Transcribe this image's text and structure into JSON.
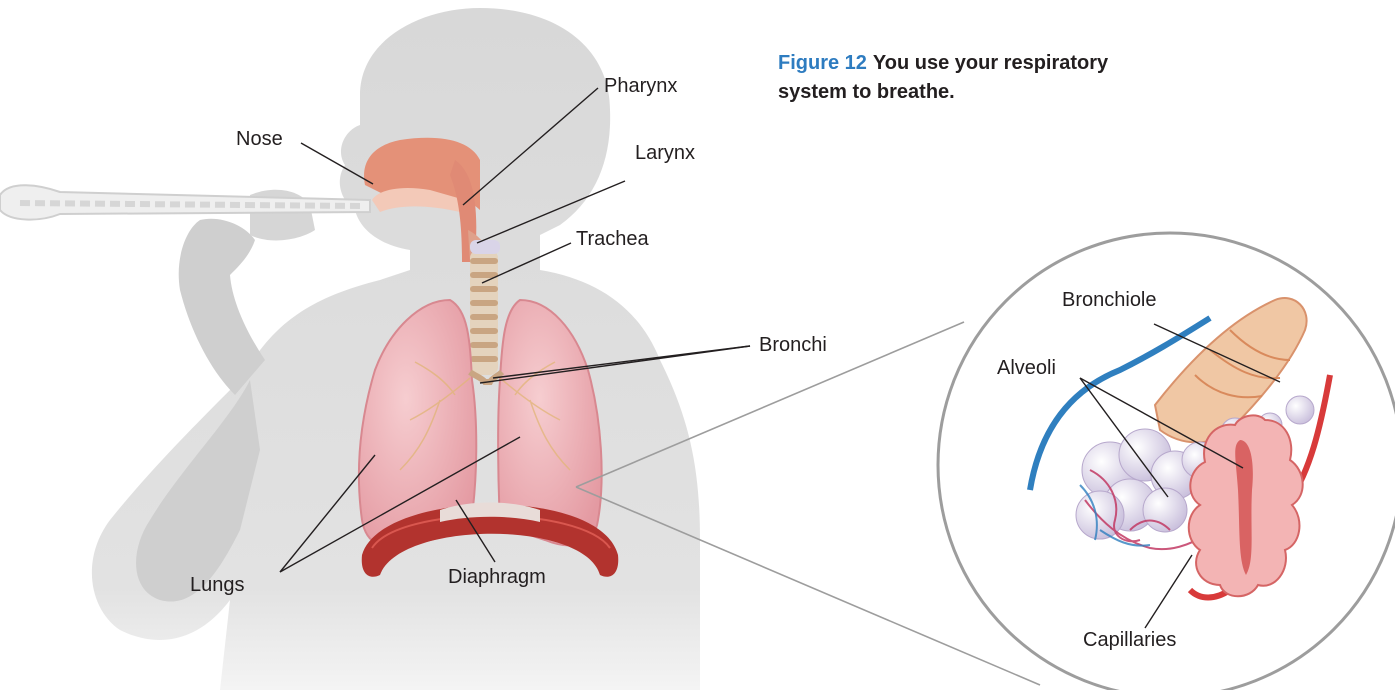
{
  "caption": {
    "figure_label": "Figure 12",
    "text": "You use your respiratory system to breathe."
  },
  "labels": {
    "nose": "Nose",
    "pharynx": "Pharynx",
    "larynx": "Larynx",
    "trachea": "Trachea",
    "bronchi": "Bronchi",
    "lungs": "Lungs",
    "diaphragm": "Diaphragm",
    "bronchiole": "Bronchiole",
    "alveoli": "Alveoli",
    "capillaries": "Capillaries"
  },
  "colors": {
    "silhouette": "#dcdcdc",
    "lung": "#eaaab0",
    "diaphragm": "#b2332e",
    "nasal": "#e49178",
    "trachea": "#d3b899",
    "blue_vessel": "#2f7fbf",
    "red_vessel": "#d83a3a",
    "caption_blue": "#2e7cc0"
  }
}
